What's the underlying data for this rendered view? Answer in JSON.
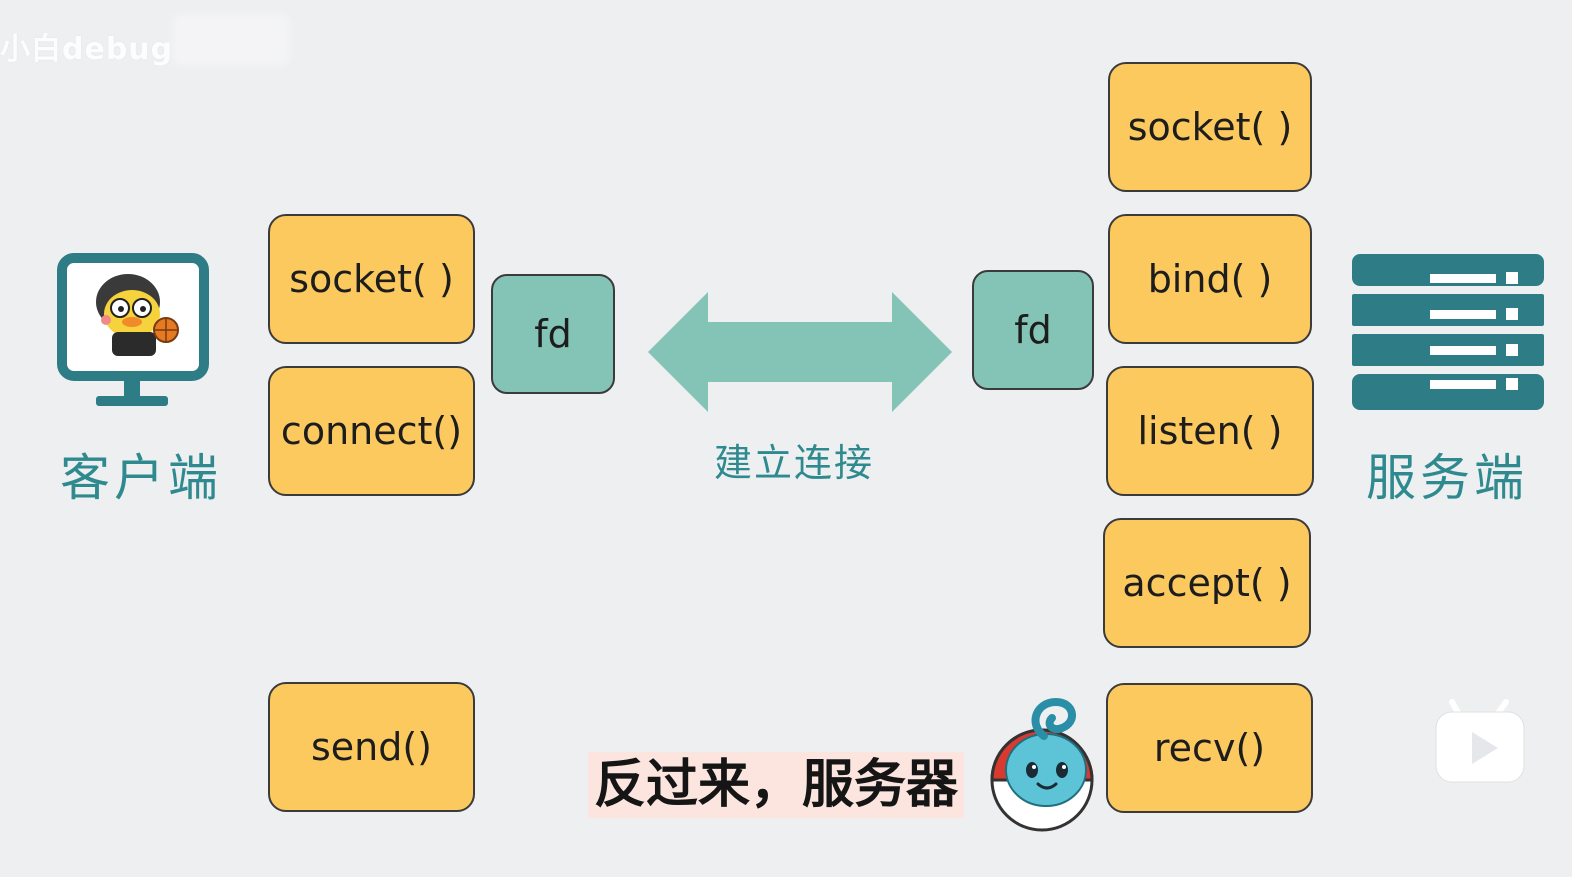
{
  "watermark": {
    "text": "小白debug"
  },
  "client": {
    "label": "客户端",
    "icon": "monitor-with-avatar-icon",
    "calls": {
      "socket": "socket( )",
      "connect": "connect()",
      "send": "send()"
    },
    "fd": "fd"
  },
  "server": {
    "label": "服务端",
    "icon": "server-rack-icon",
    "calls": {
      "socket": "socket( )",
      "bind": "bind( )",
      "listen": "listen( )",
      "accept": "accept( )",
      "recv": "recv()"
    },
    "fd": "fd"
  },
  "connection": {
    "label": "建立连接",
    "icon": "double-arrow-icon"
  },
  "subtitle": {
    "text": "反过来，服务器"
  },
  "mascot": {
    "icon": "pokeball-mascot-icon"
  },
  "player": {
    "icon": "play-button-icon"
  },
  "colors": {
    "background": "#eeeff1",
    "function_box": "#fcc95f",
    "fd_box": "#84c4b7",
    "arrow": "#84c4b7",
    "teal_text": "#2e8a8f",
    "server_icon": "#2e7d86"
  }
}
